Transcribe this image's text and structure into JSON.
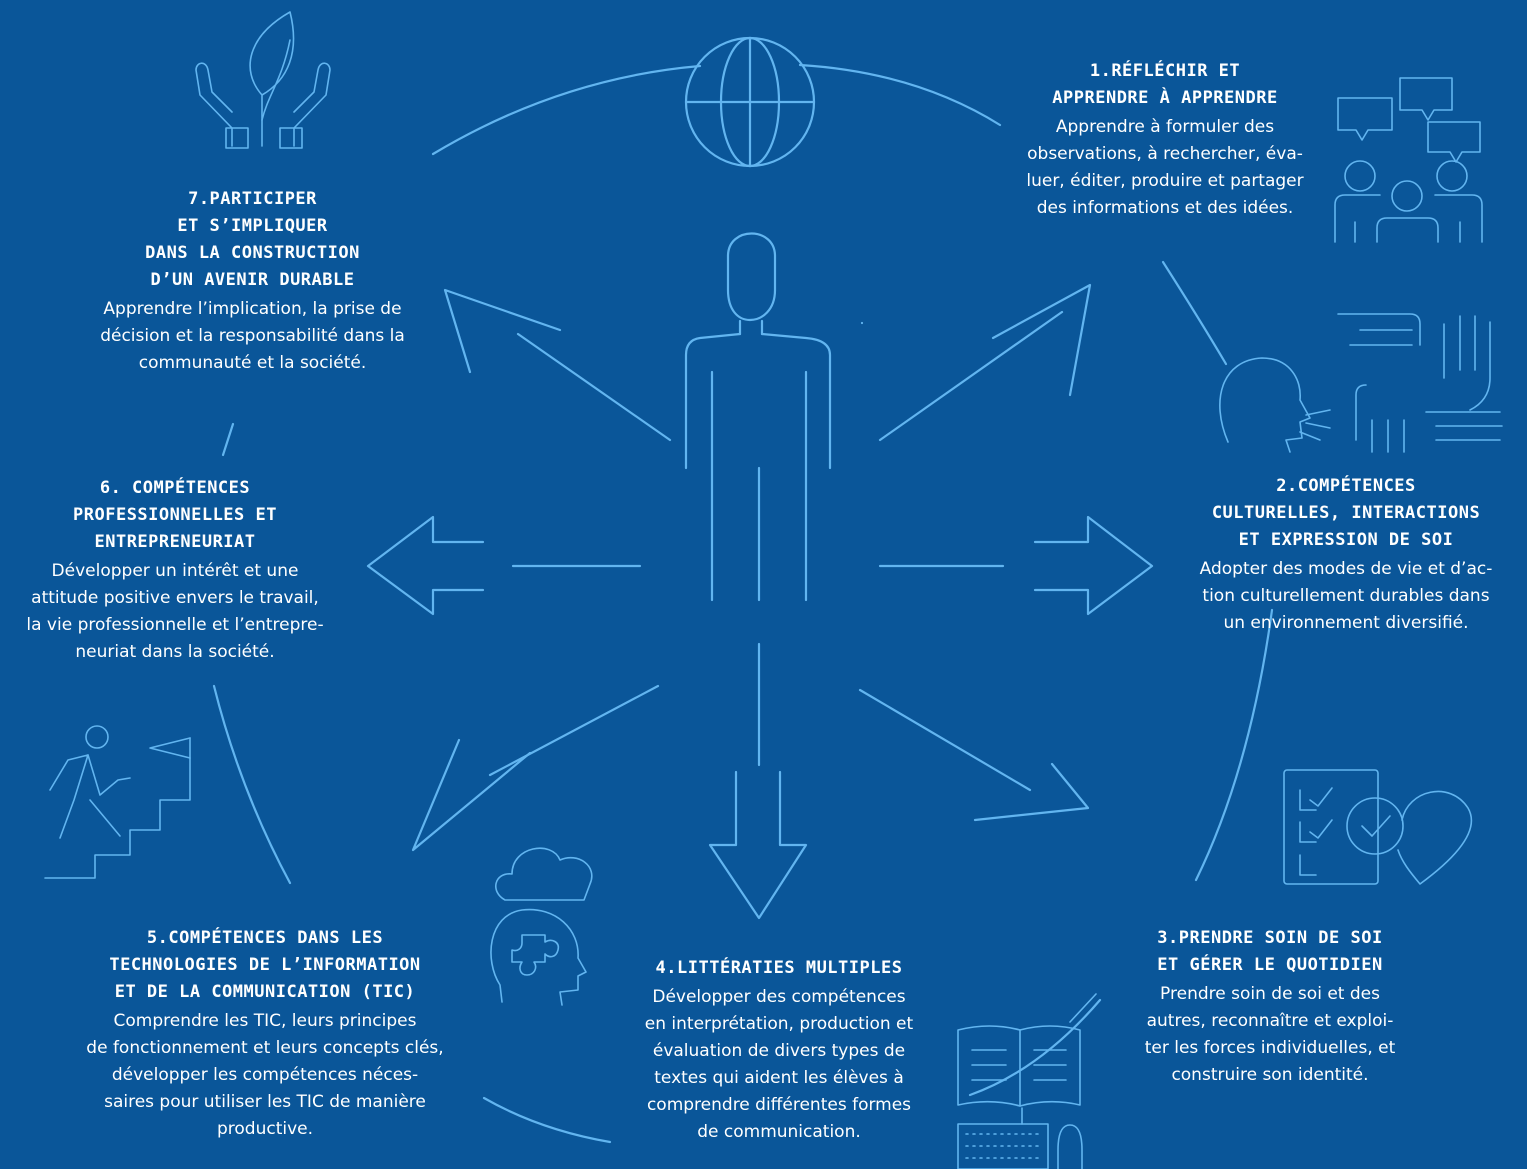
{
  "competences": [
    {
      "title": "1.RÉFLÉCHIR ET\nAPPRENDRE À APPRENDRE",
      "description": "Apprendre à formuler des\nobservations, à rechercher, éva-\nluer, éditer, produire et partager\ndes informations et des idées."
    },
    {
      "title": "2.COMPÉTENCES\nCULTURELLES, INTERACTIONS\nET EXPRESSION DE SOI",
      "description": "Adopter des modes de vie et d’ac-\ntion culturellement durables dans\nun environnement diversifié."
    },
    {
      "title": "3.PRENDRE SOIN DE SOI\nET GÉRER LE QUOTIDIEN",
      "description": "Prendre soin de soi et des\nautres, reconnaître et exploi-\nter les forces individuelles, et\nconstruire son identité."
    },
    {
      "title": "4.LITTÉRATIES MULTIPLES",
      "description": "Développer des compétences\nen interprétation, production et\névaluation de divers types de\ntextes qui aident les élèves à\ncomprendre différentes formes\nde communication."
    },
    {
      "title": "5.COMPÉTENCES DANS LES\nTECHNOLOGIES DE L’INFORMATION\nET DE LA COMMUNICATION (TIC)",
      "description": "Comprendre les TIC, leurs principes\nde fonctionnement et leurs concepts clés,\ndévelopper les compétences néces-\nsaires pour utiliser les TIC de manière\nproductive."
    },
    {
      "title": "6. COMPÉTENCES\nPROFESSIONNELLES ET\nENTREPRENEURIAT",
      "description": "Développer un intérêt et une\nattitude positive envers le travail,\nla vie professionnelle et l’entrepre-\nneuriat dans la société."
    },
    {
      "title": "7.PARTICIPER\nET S’IMPLIQUER\nDANS LA CONSTRUCTION\nD’UN AVENIR DURABLE",
      "description": "Apprendre l’implication, la prise de\ndécision et la responsabilité dans la\ncommunauté et la société."
    }
  ],
  "icons": [
    "globe-icon",
    "hands-leaf-icon",
    "people-speech-icon",
    "head-hands-icon",
    "checklist-heart-icon",
    "open-book-computer-icon",
    "head-puzzle-icon",
    "stairs-runner-icon",
    "person-icon"
  ],
  "colors": {
    "background": "#0a5699",
    "line": "#62b5f0",
    "text": "#ffffff"
  }
}
